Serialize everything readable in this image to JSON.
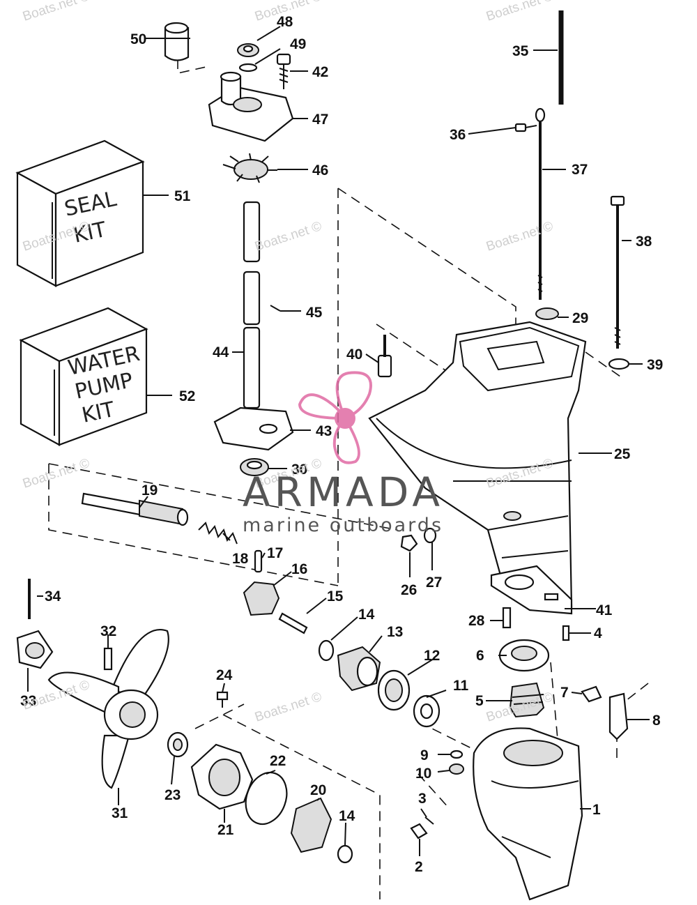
{
  "kits": {
    "seal_kit": [
      "SEAL",
      "KIT"
    ],
    "water_pump_kit": [
      "WATER",
      "PUMP",
      "KIT"
    ]
  },
  "part_numbers": [
    "1",
    "2",
    "3",
    "4",
    "5",
    "6",
    "7",
    "8",
    "9",
    "10",
    "11",
    "12",
    "13",
    "14",
    "14",
    "15",
    "16",
    "17",
    "18",
    "19",
    "20",
    "21",
    "22",
    "23",
    "24",
    "25",
    "26",
    "27",
    "28",
    "29",
    "30",
    "31",
    "32",
    "33",
    "34",
    "35",
    "36",
    "37",
    "38",
    "39",
    "40",
    "41",
    "42",
    "43",
    "44",
    "45",
    "46",
    "47",
    "48",
    "49",
    "50",
    "51",
    "52"
  ],
  "watermark": {
    "text": "Boats.net ©"
  },
  "logo": {
    "brand": "ARMADA",
    "tagline": "marine outboards",
    "accent_color": "#e06aa3"
  }
}
